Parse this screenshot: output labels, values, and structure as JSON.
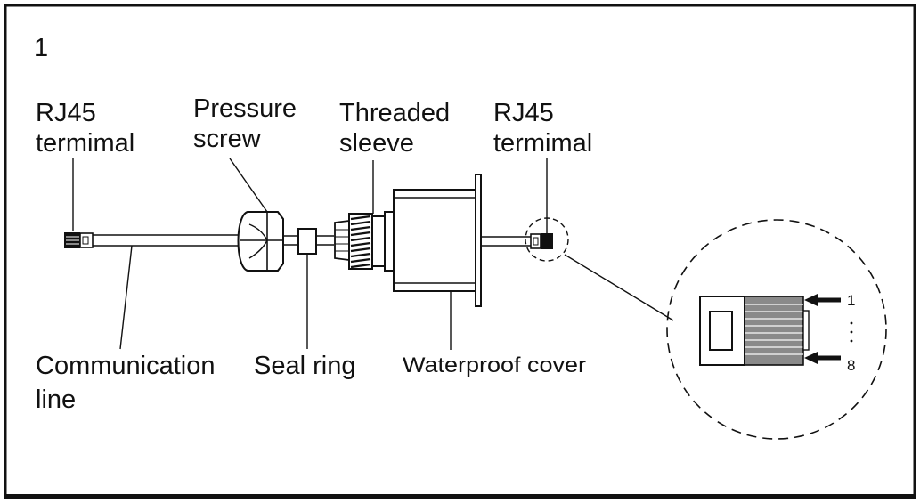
{
  "figure": {
    "step_number": "1"
  },
  "labels": {
    "rj45_left": {
      "line1": "RJ45",
      "line2": "termimal"
    },
    "pressure_screw": {
      "line1": "Pressure",
      "line2": "screw"
    },
    "threaded_sleeve": {
      "line1": "Threaded",
      "line2": "sleeve"
    },
    "rj45_right": {
      "line1": "RJ45",
      "line2": "termimal"
    },
    "communication_line": {
      "line1": "Communication",
      "line2": "line"
    },
    "seal_ring": "Seal ring",
    "waterproof_cover": "Waterproof cover"
  },
  "detail": {
    "pin_first": "1",
    "pin_last": "8",
    "pin_dots": "·\n·\n·"
  }
}
